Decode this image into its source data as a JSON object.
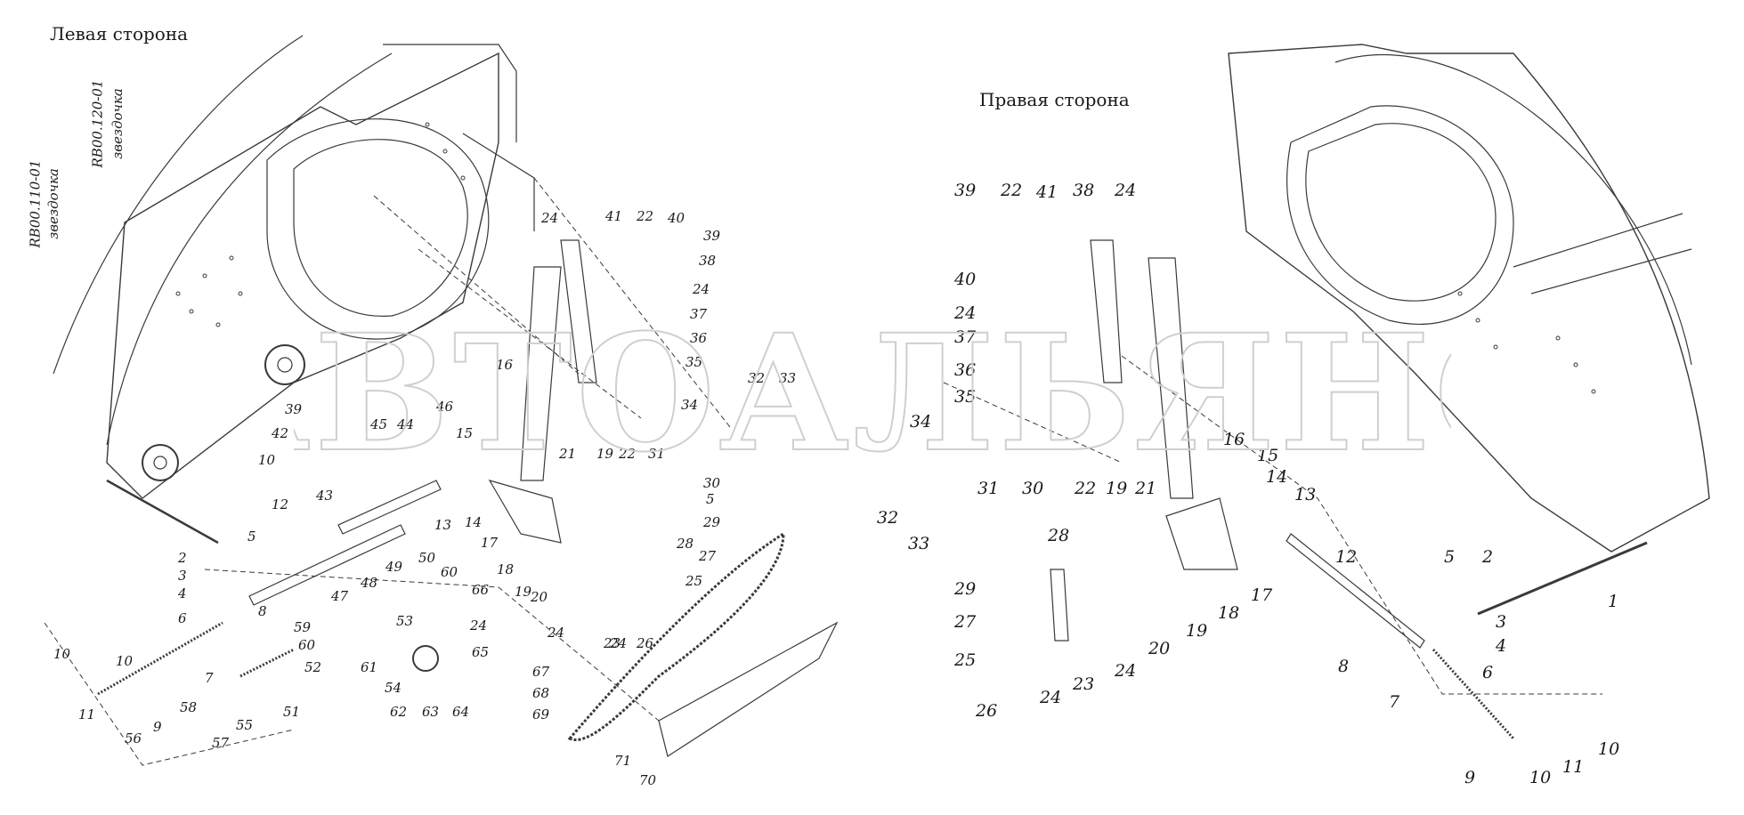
{
  "titles": {
    "left": "Левая сторона",
    "right": "Правая сторона"
  },
  "watermark": "АВТОАЛЬЯНС",
  "side_labels": [
    {
      "code": "RB00.110-01",
      "name": "звездочка"
    },
    {
      "code": "RB00.120-01",
      "name": "звездочка"
    }
  ],
  "left_callouts": [
    "24",
    "41",
    "22",
    "40",
    "39",
    "38",
    "24",
    "37",
    "36",
    "35",
    "34",
    "33",
    "32",
    "16",
    "15",
    "46",
    "44",
    "45",
    "39",
    "42",
    "43",
    "10",
    "12",
    "47",
    "48",
    "13",
    "14",
    "49",
    "50",
    "21",
    "19",
    "22",
    "31",
    "30",
    "5",
    "29",
    "28",
    "27",
    "25",
    "26",
    "24",
    "23",
    "20",
    "18",
    "17",
    "19",
    "24",
    "60",
    "66",
    "24",
    "53",
    "65",
    "54",
    "62",
    "63",
    "64",
    "59",
    "60",
    "52",
    "61",
    "51",
    "55",
    "58",
    "57",
    "56",
    "10",
    "11",
    "10",
    "9",
    "7",
    "2",
    "3",
    "4",
    "5",
    "6",
    "8",
    "67",
    "68",
    "69",
    "71",
    "70"
  ],
  "right_callouts": [
    "39",
    "22",
    "41",
    "38",
    "24",
    "40",
    "24",
    "37",
    "36",
    "35",
    "34",
    "32",
    "33",
    "31",
    "30",
    "22",
    "19",
    "21",
    "16",
    "15",
    "14",
    "13",
    "12",
    "5",
    "2",
    "1",
    "3",
    "4",
    "6",
    "8",
    "7",
    "9",
    "10",
    "11",
    "10",
    "28",
    "29",
    "27",
    "25",
    "26",
    "24",
    "23",
    "24",
    "20",
    "19",
    "18",
    "17"
  ],
  "colors": {
    "ink": "#1a1a1a",
    "line": "#3a3a3a",
    "watermark": "#cfcfcf"
  }
}
